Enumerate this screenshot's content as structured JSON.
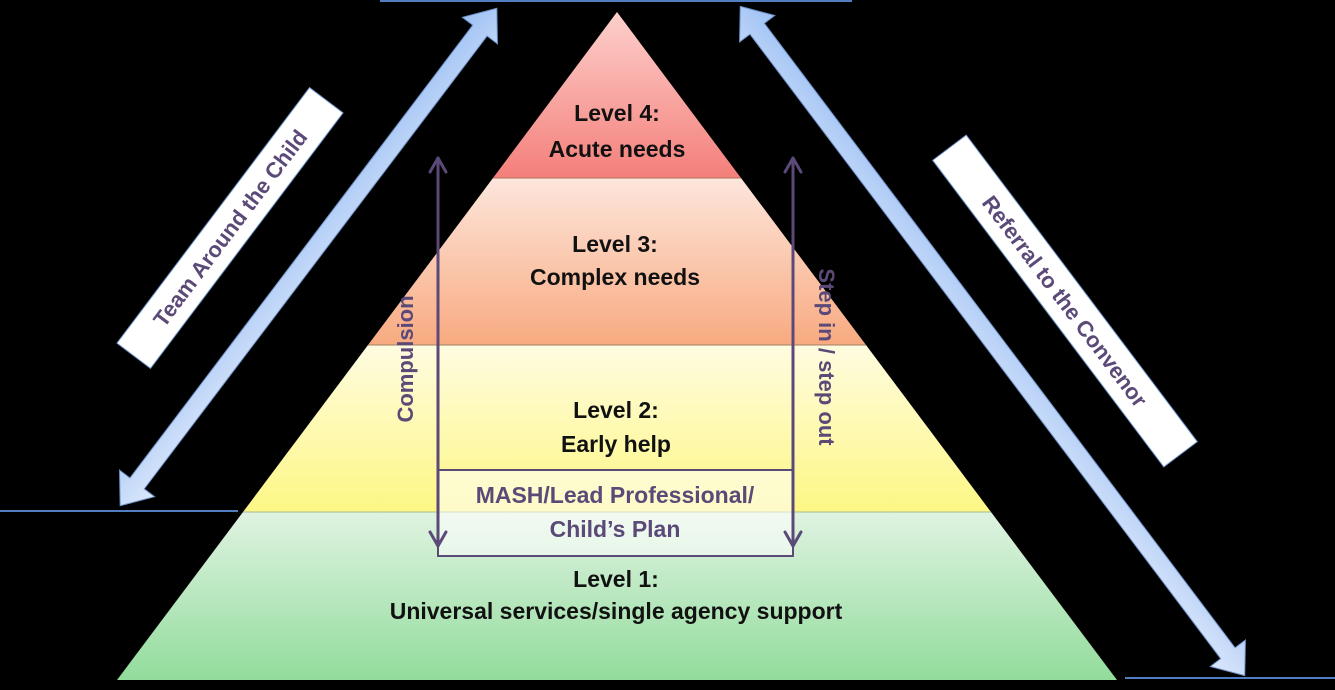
{
  "diagram": {
    "title": "Staged intervention pyramid",
    "levels": [
      {
        "id": "level4",
        "heading": "Level 4:",
        "label": "Acute needs",
        "colors": [
          "#fdd0cc",
          "#f47f7a"
        ]
      },
      {
        "id": "level3",
        "heading": "Level 3:",
        "label": "Complex needs",
        "colors": [
          "#fde6dc",
          "#f8aa80"
        ]
      },
      {
        "id": "level2",
        "heading": "Level 2:",
        "label": "Early help",
        "colors": [
          "#fefce0",
          "#fdf784"
        ]
      },
      {
        "id": "level1",
        "heading": "Level 1:",
        "label": "Universal services/single agency support",
        "colors": [
          "#e0f3e2",
          "#92dc9c"
        ]
      }
    ],
    "mash_box": {
      "line1": "MASH/Lead Professional/",
      "line2": "Child’s Plan"
    },
    "vertical_arrows": {
      "left": "Compulsion",
      "right": "Step in / step out",
      "color": "#5b4a78"
    },
    "diagonal_arrows": {
      "left": "Team Around the Child",
      "right": "Referral to the Convenor",
      "color": "#a9c8f5"
    },
    "colors": {
      "background": "#000000",
      "text_dark": "#111111",
      "text_purple": "#5b4a78",
      "rule_line": "#4f7fc0",
      "label_box": "#ffffff"
    }
  }
}
